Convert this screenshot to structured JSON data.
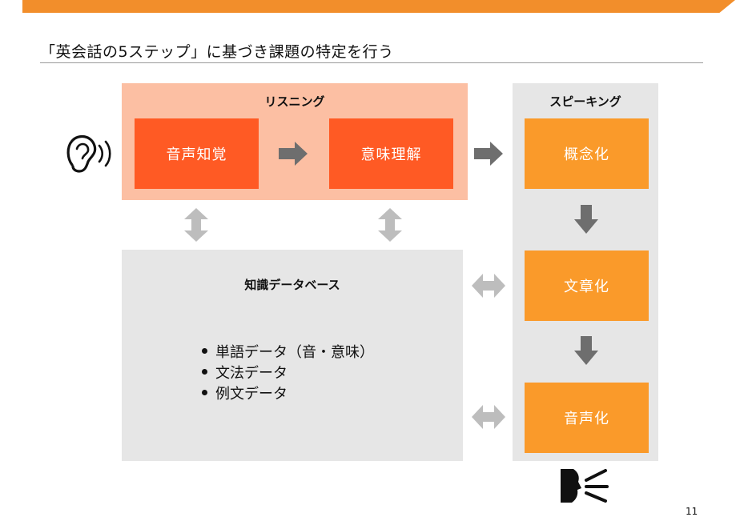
{
  "slide": {
    "title": "「英会話の5ステップ」に基づき課題の特定を行う",
    "page_number": "11"
  },
  "listening": {
    "label": "リスニング",
    "steps": [
      "音声知覚",
      "意味理解"
    ]
  },
  "speaking": {
    "label": "スピーキング",
    "steps": [
      "概念化",
      "文章化",
      "音声化"
    ]
  },
  "knowledge_db": {
    "label": "知識データベース",
    "items": [
      "単語データ（音・意味）",
      "文法データ",
      "例文データ"
    ]
  },
  "icons": [
    "ear-icon",
    "speaking-face-icon"
  ],
  "colors": {
    "accent_bar": "#f28e2b",
    "listening_panel": "#fcbfa3",
    "listening_box": "#ff5a24",
    "speaking_box": "#fa9a2a",
    "grey_panel": "#e6e6e6",
    "dark_arrow": "#6e6e6e",
    "light_arrow": "#bdbdbd"
  }
}
